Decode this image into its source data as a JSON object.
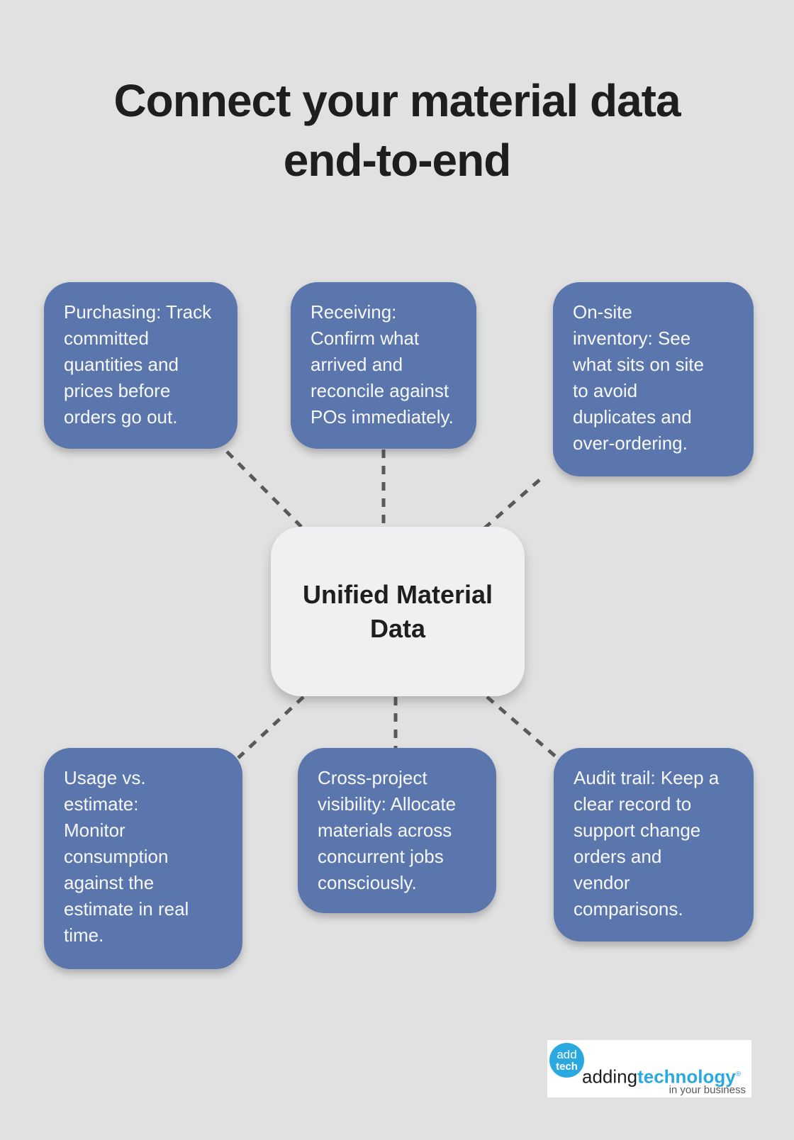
{
  "title": {
    "line1": "Connect your material data",
    "line2": "end-to-end"
  },
  "center": {
    "label": "Unified Material Data"
  },
  "nodes": [
    {
      "id": "purchasing",
      "text": "Purchasing: Track committed quantities and prices before orders go out."
    },
    {
      "id": "receiving",
      "text": "Receiving: Confirm what arrived and reconcile against POs immediately."
    },
    {
      "id": "onsite-inventory",
      "text": "On-site inventory: See what sits on site to avoid duplicates and over-ordering."
    },
    {
      "id": "usage-vs-estimate",
      "text": "Usage vs. estimate: Monitor consumption against the estimate in real time."
    },
    {
      "id": "cross-project-visibility",
      "text": "Cross-project visibility: Allocate materials across concurrent jobs consciously."
    },
    {
      "id": "audit-trail",
      "text": "Audit trail: Keep a clear record to support change orders and vendor comparisons."
    }
  ],
  "logo": {
    "badge_line1": "add",
    "badge_line2": "tech",
    "brand_part1": "adding",
    "brand_part2": "technology",
    "registered_mark": "®",
    "tagline": "in your business"
  },
  "colors": {
    "background": "#e0e1e0",
    "node_fill": "#5b76ad",
    "node_text": "#f7f8fa",
    "center_fill": "#eef0f1",
    "connector": "#595959",
    "title_text": "#1e1e1e",
    "logo_blue": "#29a9e0",
    "logo_dark": "#1d1d1b",
    "logo_gray": "#58595b"
  }
}
